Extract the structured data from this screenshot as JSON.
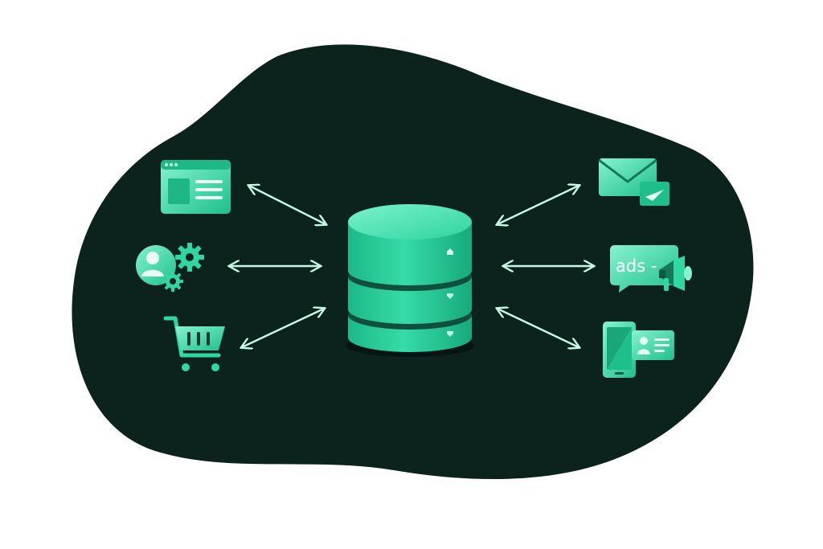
{
  "diagram": {
    "center": {
      "name": "database",
      "icon": "database-icon"
    },
    "left_nodes": [
      {
        "name": "website",
        "icon": "browser-window-icon"
      },
      {
        "name": "users-settings",
        "icon": "user-gears-icon"
      },
      {
        "name": "e-commerce",
        "icon": "shopping-cart-icon"
      }
    ],
    "right_nodes": [
      {
        "name": "email",
        "icon": "envelope-send-icon"
      },
      {
        "name": "advertising",
        "icon": "ads-megaphone-icon",
        "label": "ads -"
      },
      {
        "name": "mobile-contacts",
        "icon": "phone-contact-card-icon"
      }
    ],
    "connections": "bidirectional"
  },
  "colors": {
    "background": "#ffffff",
    "blob": "#0c221d",
    "accent": "#2fd8a3",
    "accent_light": "#79f0c9",
    "accent_dark": "#14a67a",
    "arrow": "#c5f7e2"
  }
}
